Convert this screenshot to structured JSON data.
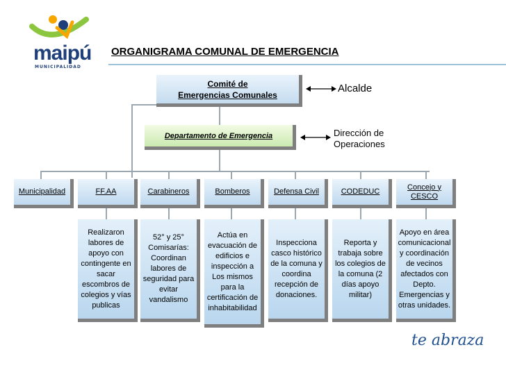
{
  "logo": {
    "brand": "maipú",
    "subtitle": "MUNICIPALIDAD",
    "colors": {
      "blue": "#1f3f7a",
      "green": "#8cc63f",
      "orange": "#f7a600"
    }
  },
  "title": "ORGANIGRAMA COMUNAL DE EMERGENCIA",
  "comite": {
    "line1": "Comité de ",
    "line2": "Emergencias Comunales"
  },
  "alcalde": "Alcalde",
  "departamento": "Departamento de Emergencia",
  "direccion": {
    "line1": "Dirección de",
    "line2": "Operaciones"
  },
  "units": [
    {
      "label": "Municipalidad"
    },
    {
      "label": "FF.AA"
    },
    {
      "label": "Carabineros"
    },
    {
      "label": "Bomberos"
    },
    {
      "label": "Defensa Civil"
    },
    {
      "label": "CODEDUC"
    },
    {
      "label": "Concejo y CESCO"
    }
  ],
  "details": [
    "Realizaron labores de apoyo con contingente en sacar escombros de colegios y vías publicas",
    "52° y 25° Comisarías: Coordinan labores de seguridad para evitar vandalismo",
    "Actúa en evacuación de edificios e inspección a Los mismos para la certificación de inhabitabilidad",
    "Inspecciona casco histórico de la comuna y coordina recepción de donaciones.",
    "Reporta y trabaja sobre los colegios de la comuna (2 días apoyo militar)",
    "Apoyo en área comunicacional y coordinación de vecinos afectados con Depto. Emergencias y otras unidades."
  ],
  "tagline": "te abraza"
}
